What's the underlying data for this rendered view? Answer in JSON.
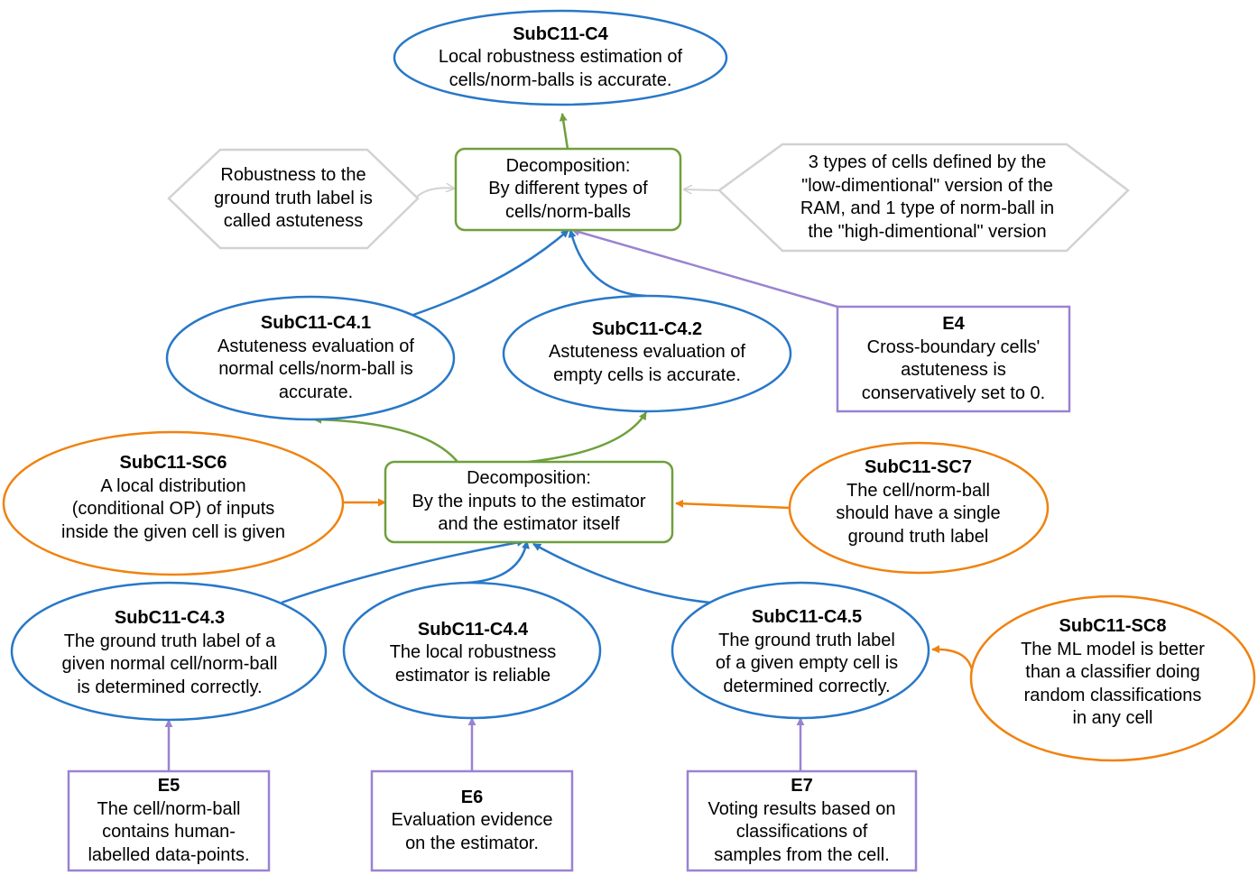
{
  "colors": {
    "claim": "#2878c8",
    "strategy": "#6ea03c",
    "evidence": "#9b82d2",
    "context": "#f0820f",
    "assumption": "#d2d2d2"
  },
  "nodes": {
    "c4": {
      "title": "SubC11-C4",
      "lines": [
        "Local robustness estimation of",
        "cells/norm-balls is accurate."
      ]
    },
    "s1": {
      "lines": [
        "Decomposition:",
        "By different types of",
        "cells/norm-balls"
      ]
    },
    "a1": {
      "lines": [
        "Robustness to the",
        "ground truth label is",
        "called astuteness"
      ]
    },
    "a2": {
      "lines": [
        "3 types of cells defined by the",
        "\"low-dimentional\" version of the",
        "RAM, and 1 type of norm-ball in",
        "the \"high-dimentional\" version"
      ]
    },
    "c41": {
      "title": "SubC11-C4.1",
      "lines": [
        "Astuteness evaluation of",
        "normal cells/norm-ball is",
        "accurate."
      ]
    },
    "c42": {
      "title": "SubC11-C4.2",
      "lines": [
        "Astuteness evaluation of",
        "empty cells is accurate."
      ]
    },
    "e4": {
      "title": "E4",
      "lines": [
        "Cross-boundary cells'",
        "astuteness is",
        "conservatively set to 0."
      ]
    },
    "sc6": {
      "title": "SubC11-SC6",
      "lines": [
        "A local distribution",
        "(conditional OP) of inputs",
        "inside the given cell is given"
      ]
    },
    "s2": {
      "lines": [
        "Decomposition:",
        "By the inputs to the estimator",
        "and the estimator itself"
      ]
    },
    "sc7": {
      "title": "SubC11-SC7",
      "lines": [
        "The cell/norm-ball",
        "should have a single",
        "ground truth label"
      ]
    },
    "c43": {
      "title": "SubC11-C4.3",
      "lines": [
        "The ground truth label of a",
        "given normal cell/norm-ball",
        "is determined correctly."
      ]
    },
    "c44": {
      "title": "SubC11-C4.4",
      "lines": [
        "The local robustness",
        "estimator is reliable"
      ]
    },
    "c45": {
      "title": "SubC11-C4.5",
      "lines": [
        "The ground truth label",
        "of a given empty cell is",
        "determined correctly."
      ]
    },
    "sc8": {
      "title": "SubC11-SC8",
      "lines": [
        "The ML model is better",
        "than a classifier doing",
        "random classifications",
        "in any cell"
      ]
    },
    "e5": {
      "title": "E5",
      "lines": [
        "The cell/norm-ball",
        "contains human-",
        "labelled data-points."
      ]
    },
    "e6": {
      "title": "E6",
      "lines": [
        "Evaluation evidence",
        "on the estimator."
      ]
    },
    "e7": {
      "title": "E7",
      "lines": [
        "Voting results based on",
        "classifications of",
        "samples from the cell."
      ]
    }
  }
}
